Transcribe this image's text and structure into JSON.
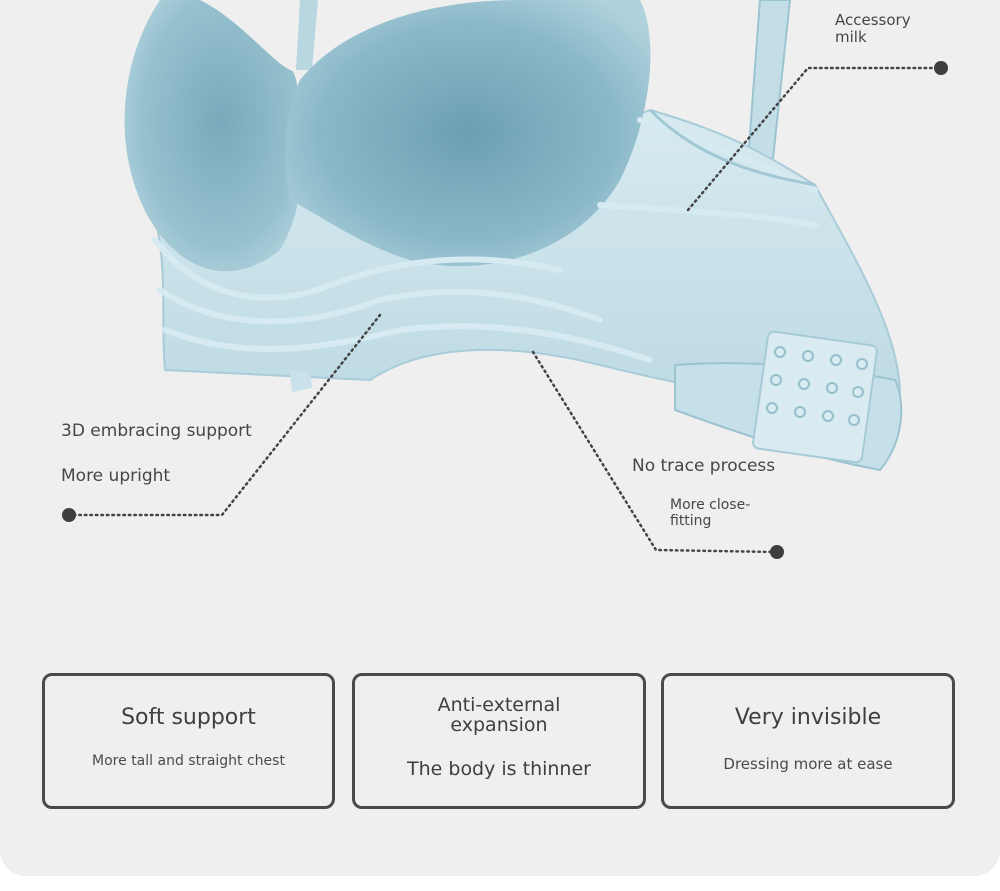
{
  "callouts": {
    "accessory": "Accessory\nmilk",
    "embrace": "3D embracing support",
    "upright": "More upright",
    "no_trace": "No trace process",
    "close_fit": "More close-\nfitting"
  },
  "features": [
    {
      "title": "Soft support",
      "subtitle": "More tall and straight chest"
    },
    {
      "title": "Anti-external\nexpansion",
      "subtitle": "The body is thinner"
    },
    {
      "title": "Very invisible",
      "subtitle": "Dressing more at ease"
    }
  ],
  "colors": {
    "background": "#efefef",
    "fabric_blue": "#8fbccb",
    "trim_blue": "#c9e2ea",
    "text": "#464646",
    "card_border": "#4a4a4a"
  }
}
